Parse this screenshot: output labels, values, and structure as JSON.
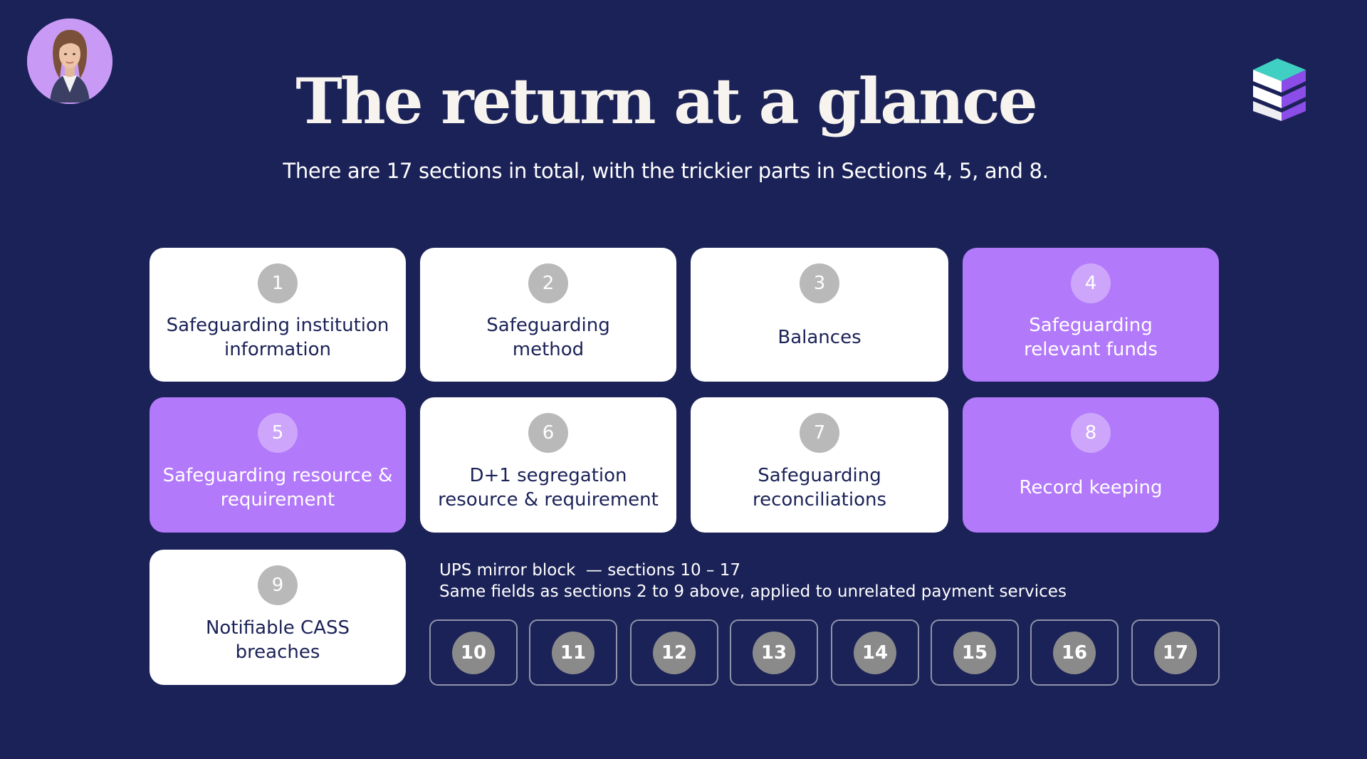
{
  "header": {
    "title": "The return at a glance",
    "subtitle": "There are 17 sections in total, with the trickier parts in Sections 4, 5, and 8."
  },
  "presenter": {
    "avatar_icon": "presenter-avatar"
  },
  "brand": {
    "logo_icon": "stacked-layers-logo",
    "colors": [
      "#3fd0c3",
      "#ffffff",
      "#8a4de8"
    ]
  },
  "colors": {
    "background": "#1b2257",
    "card_white": "#ffffff",
    "card_highlight": "#b279fa",
    "circle_grey": "#b9b9b9",
    "circle_highlight": "#cda6fb",
    "text_dark": "#1b2257"
  },
  "sections": [
    {
      "number": "1",
      "label": "Safeguarding institution information",
      "highlight": false
    },
    {
      "number": "2",
      "label": "Safeguarding method",
      "highlight": false
    },
    {
      "number": "3",
      "label": "Balances",
      "highlight": false
    },
    {
      "number": "4",
      "label": "Safeguarding relevant funds",
      "highlight": true
    },
    {
      "number": "5",
      "label": "Safeguarding resource & requirement",
      "highlight": true
    },
    {
      "number": "6",
      "label": "D+1 segregation resource & requirement",
      "highlight": false
    },
    {
      "number": "7",
      "label": "Safeguarding reconciliations",
      "highlight": false
    },
    {
      "number": "8",
      "label": "Record keeping",
      "highlight": true
    },
    {
      "number": "9",
      "label": "Notifiable CASS breaches",
      "highlight": false
    }
  ],
  "ups_block": {
    "title": "UPS mirror block  — sections 10 – 17",
    "description": "Same fields as sections 2 to 9 above, applied to unrelated payment services",
    "sections": [
      "10",
      "11",
      "12",
      "13",
      "14",
      "15",
      "16",
      "17"
    ]
  }
}
